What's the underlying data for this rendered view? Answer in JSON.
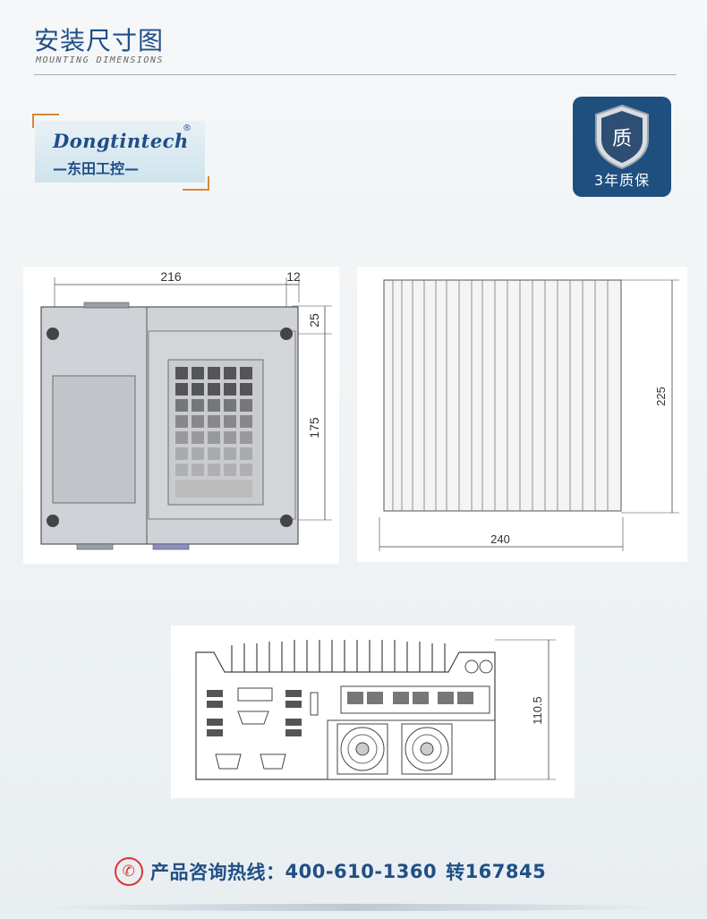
{
  "header": {
    "title": "安装尺寸图",
    "subtitle": "MOUNTING DIMENSIONS"
  },
  "logo": {
    "name_en": "Dongtintech",
    "registered_mark": "®",
    "name_cn": "—东田工控—"
  },
  "badge": {
    "icon_char": "质",
    "label": "3年质保"
  },
  "drawings": {
    "top_view": {
      "dim_width": "216",
      "dim_offset": "12",
      "dim_top": "25",
      "dim_height": "175"
    },
    "side_view": {
      "dim_height": "225",
      "dim_width": "240"
    },
    "front_view": {
      "dim_height": "110.5"
    }
  },
  "footer": {
    "phone_icon": "✆",
    "hotline_label": "产品咨询热线：",
    "phone_number": "400-610-1360",
    "ext_label": "转",
    "ext_number": "167845"
  },
  "colors": {
    "title_blue": "#1f4f86",
    "badge_blue": "#1e4f7f",
    "accent_orange": "#d4893a",
    "phone_red": "#d33333"
  }
}
